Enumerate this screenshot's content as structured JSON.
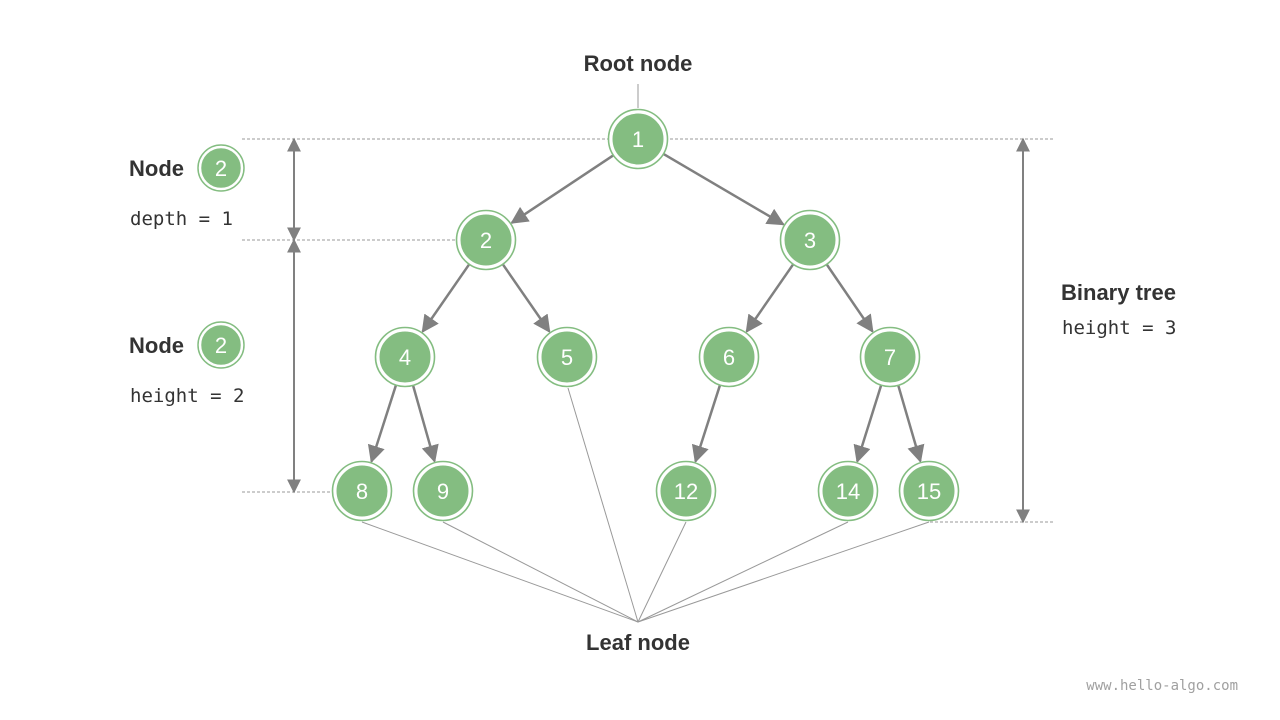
{
  "labels": {
    "root": "Root node",
    "leaf": "Leaf node",
    "node_depth_title": "Node",
    "node_depth_value": "2",
    "depth_text": "depth = 1",
    "node_height_title": "Node",
    "node_height_value": "2",
    "height_text": "height = 2",
    "tree_title": "Binary tree",
    "tree_height_text": "height = 3",
    "watermark": "www.hello-algo.com"
  },
  "tree": {
    "nodes": [
      "1",
      "2",
      "3",
      "4",
      "5",
      "6",
      "7",
      "8",
      "9",
      "12",
      "14",
      "15"
    ],
    "edges": [
      [
        "1",
        "2"
      ],
      [
        "1",
        "3"
      ],
      [
        "2",
        "4"
      ],
      [
        "2",
        "5"
      ],
      [
        "3",
        "6"
      ],
      [
        "3",
        "7"
      ],
      [
        "4",
        "8"
      ],
      [
        "4",
        "9"
      ],
      [
        "6",
        "12"
      ],
      [
        "7",
        "14"
      ],
      [
        "7",
        "15"
      ]
    ],
    "leaves": [
      "8",
      "9",
      "5",
      "12",
      "14",
      "15"
    ]
  },
  "colors": {
    "node_fill": "#84bd81",
    "node_ring": "#84bd81",
    "edge": "#808080",
    "guide": "#999999",
    "text": "#333333"
  }
}
